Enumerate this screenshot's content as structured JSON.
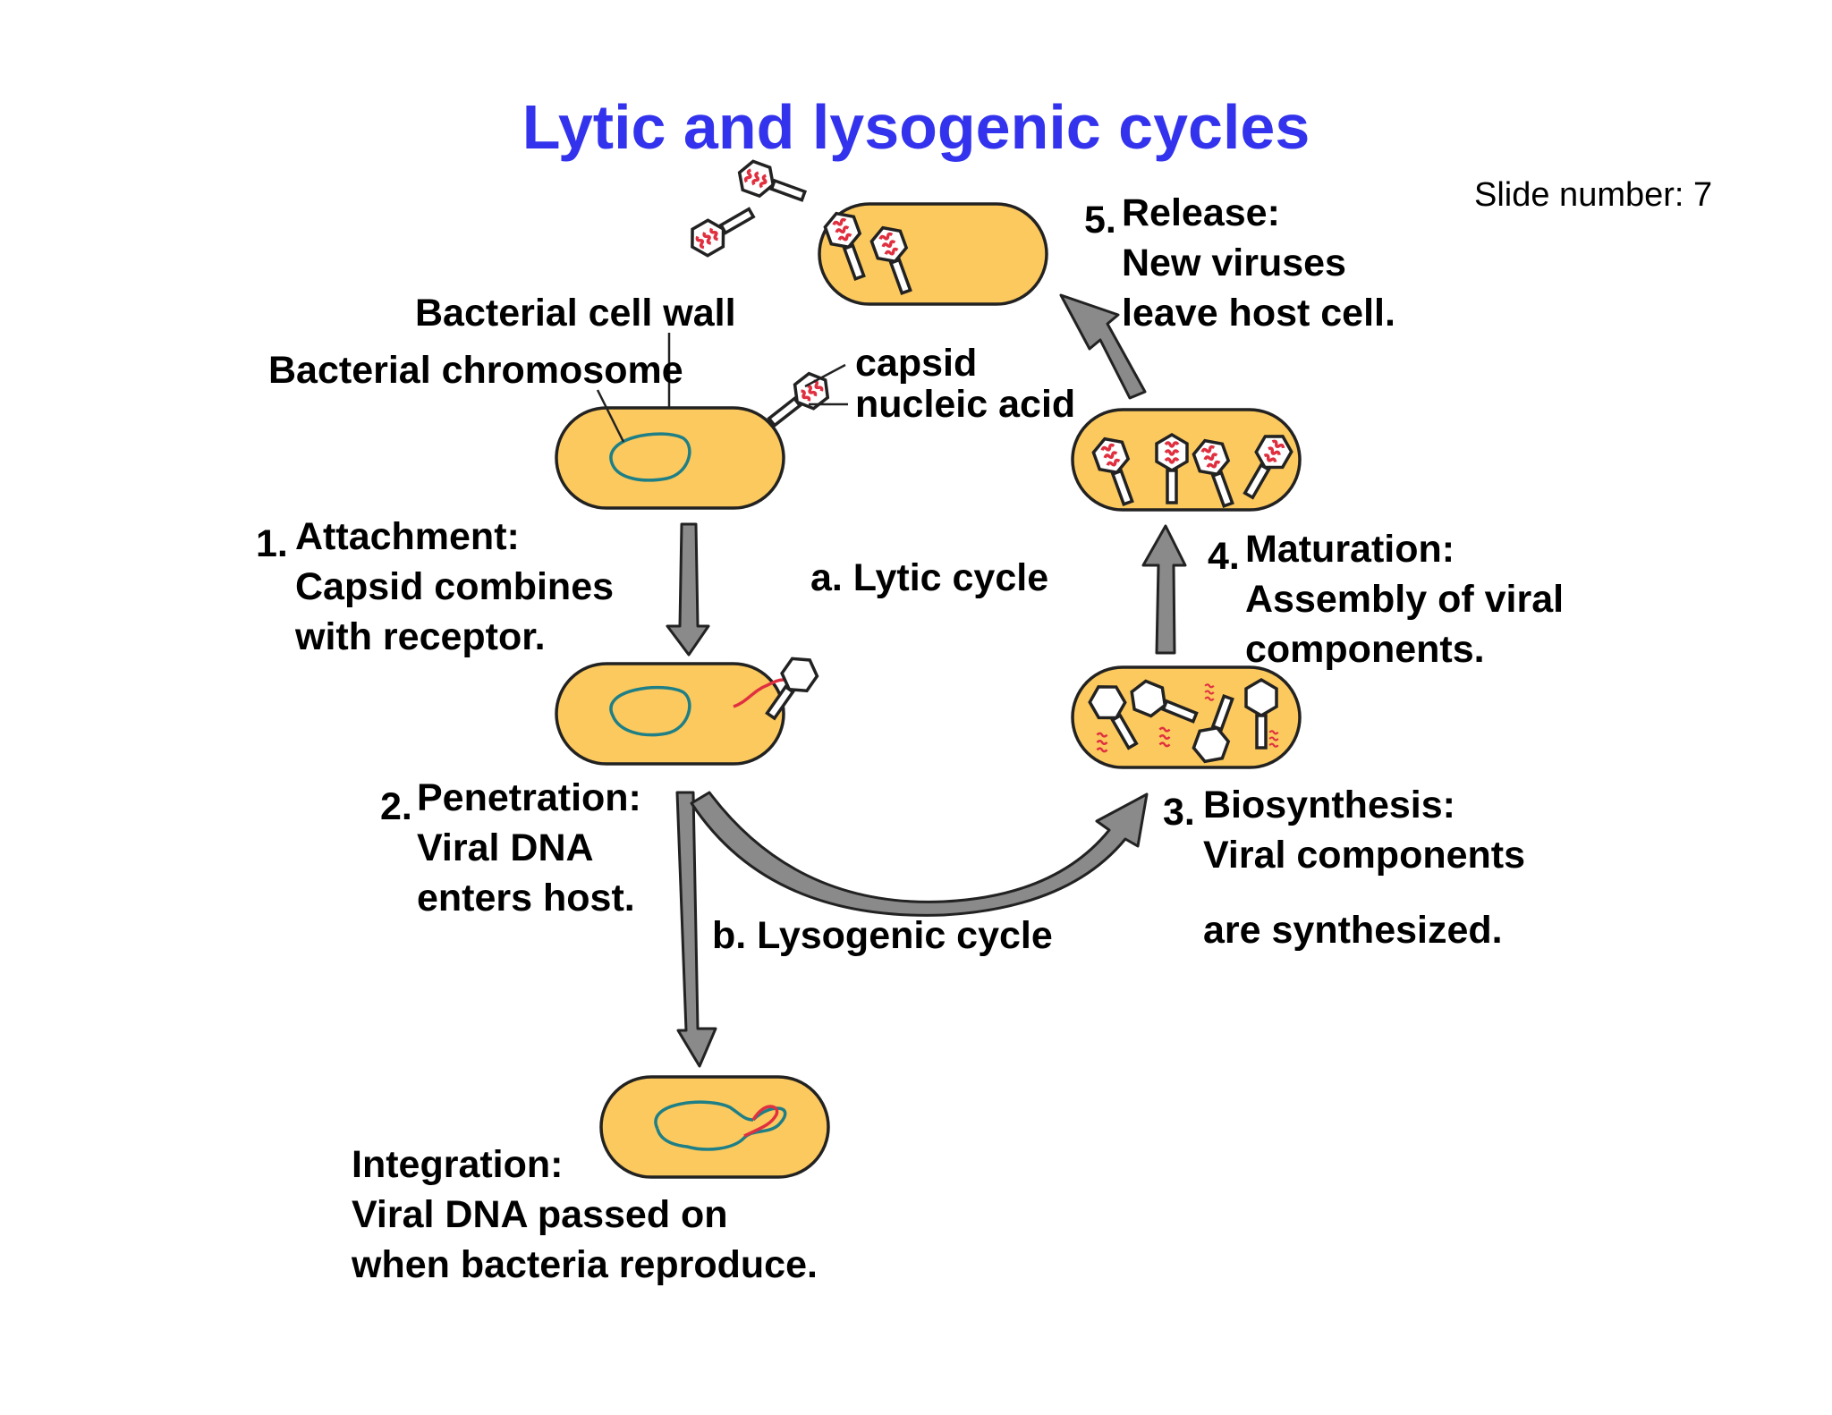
{
  "title": "Lytic and lysogenic cycles",
  "slide_number": "Slide number: 7",
  "labels": {
    "cell_wall": "Bacterial cell wall",
    "chromosome": "Bacterial chromosome",
    "capsid": "capsid",
    "nucleic_acid": "nucleic acid",
    "lytic_cycle": "a. Lytic cycle",
    "lysogenic_cycle": "b. Lysogenic cycle"
  },
  "steps": {
    "attachment": {
      "num": "1.",
      "title": "Attachment:",
      "line1": "Capsid combines",
      "line2": "with receptor."
    },
    "penetration": {
      "num": "2.",
      "title": "Penetration:",
      "line1": "Viral DNA",
      "line2": "enters host."
    },
    "biosynthesis": {
      "num": "3.",
      "title": "Biosynthesis:",
      "line1": "Viral components",
      "line2": "are synthesized."
    },
    "maturation": {
      "num": "4.",
      "title": "Maturation:",
      "line1": "Assembly of viral",
      "line2": "components."
    },
    "release": {
      "num": "5.",
      "title": "Release:",
      "line1": "New viruses",
      "line2": "leave host cell."
    },
    "integration": {
      "title": "Integration:",
      "line1": "Viral DNA passed on",
      "line2": "when bacteria reproduce."
    }
  },
  "colors": {
    "title": "#3333ee",
    "cell_fill": "#FCC95E",
    "bacterial_chromosome": "#1f7f86",
    "viral_nucleic_acid": "#e03040",
    "arrow": "#8a8a8a"
  }
}
